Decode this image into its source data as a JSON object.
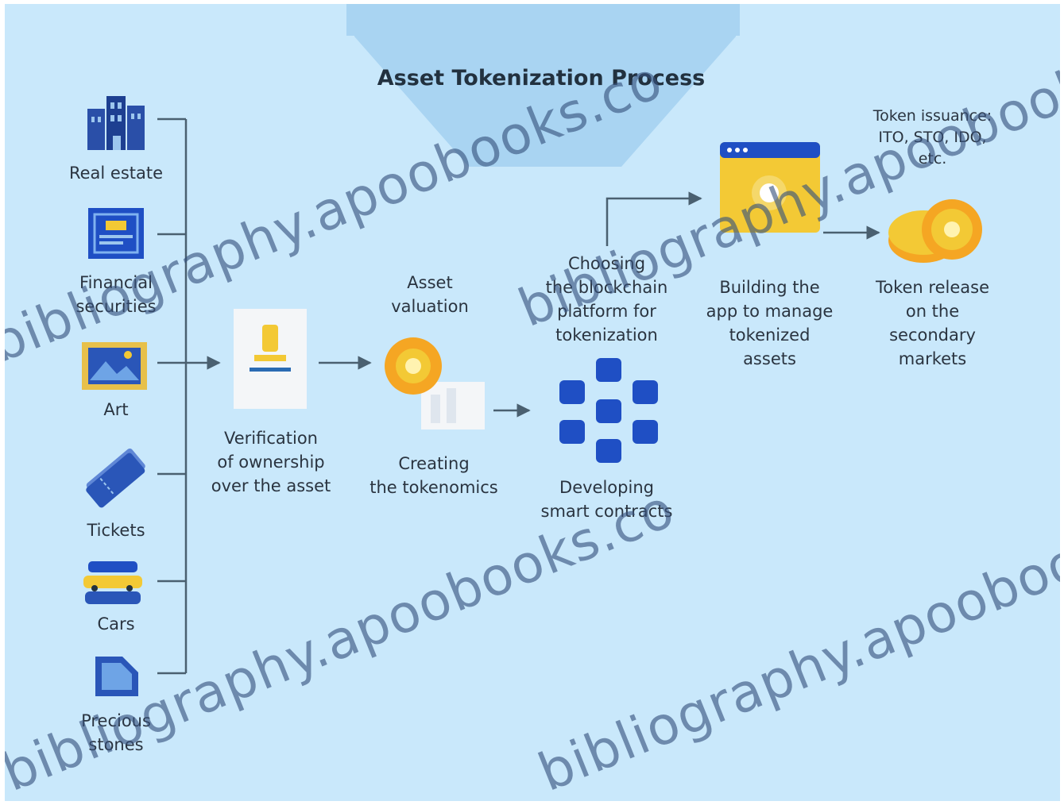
{
  "title": "Asset Tokenization Process",
  "assets": {
    "real_estate": "Real estate",
    "financial_securities": "Financial\nsecurities",
    "art": "Art",
    "tickets": "Tickets",
    "cars": "Cars",
    "precious_stones": "Precious\nstones"
  },
  "steps": {
    "verification": "Verification\nof ownership\nover the asset",
    "valuation": "Asset\nvaluation",
    "tokenomics": "Creating\nthe tokenomics",
    "blockchain": "Choosing\nthe blockchain\nplatform for\ntokenization",
    "smart_contracts": "Developing\nsmart contracts",
    "app": "Building the\napp to manage\ntokenized\nassets",
    "issuance": "Token issuance:\nITO, STO, IDO,\netc.",
    "release": "Token release\non the\nsecondary\nmarkets"
  },
  "watermark": "bibliography.apoobooks.co",
  "colors": {
    "background": "#c9e8fb",
    "header": "#a9d4f2",
    "line": "#4a6070",
    "cube": "#1f4fc4",
    "gold": "#f3c935",
    "orange": "#f5a623"
  }
}
